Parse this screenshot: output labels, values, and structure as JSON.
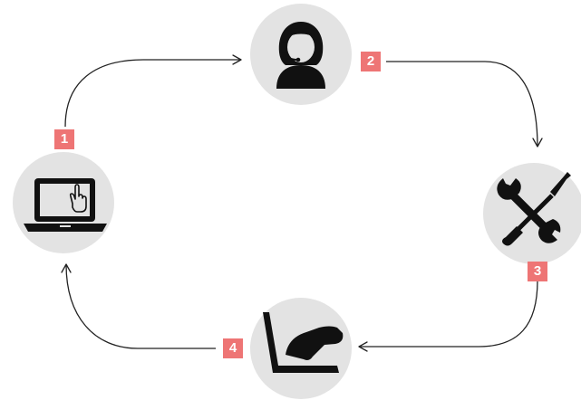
{
  "colors": {
    "circle_fill": "#e3e3e3",
    "icon": "#111111",
    "arrow": "#222222",
    "badge": "#ee7575",
    "background": "#ffffff"
  },
  "steps": [
    {
      "number": "1",
      "icon": "laptop-cursor-icon"
    },
    {
      "number": "2",
      "icon": "support-agent-headset-icon"
    },
    {
      "number": "3",
      "icon": "wrench-screwdriver-icon"
    },
    {
      "number": "4",
      "icon": "hand-laptop-icon"
    }
  ]
}
